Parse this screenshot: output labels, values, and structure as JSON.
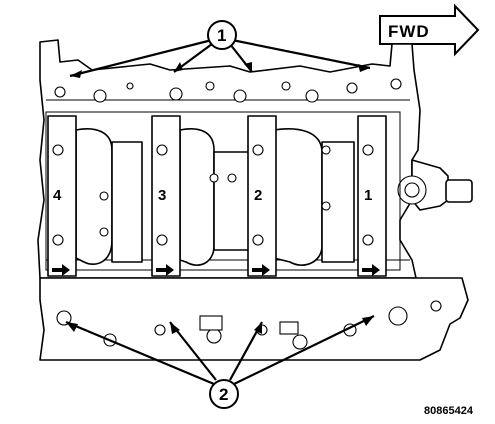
{
  "direction_label": "FWD",
  "callouts": [
    {
      "number": "1"
    },
    {
      "number": "2"
    }
  ],
  "caps": [
    {
      "number": "4"
    },
    {
      "number": "3"
    },
    {
      "number": "2"
    },
    {
      "number": "1"
    }
  ],
  "figure_id": "80865424",
  "colors": {
    "line": "#000000",
    "background": "#ffffff"
  }
}
